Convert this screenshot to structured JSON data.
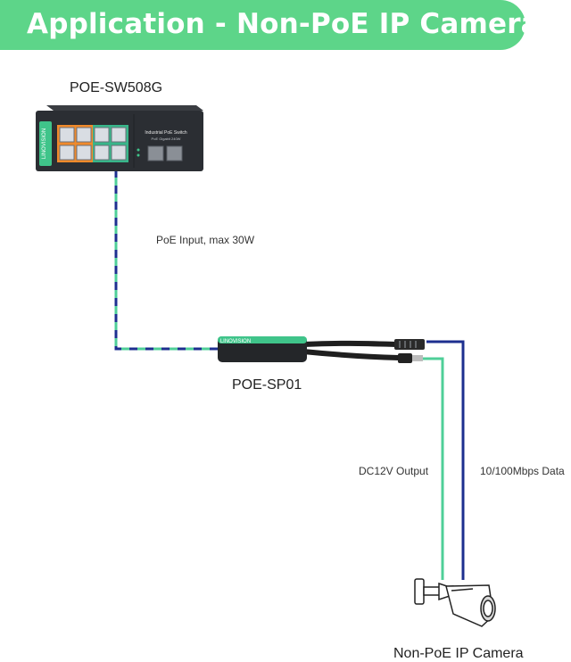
{
  "banner": {
    "title": "Application - Non-PoE IP Camera"
  },
  "switch": {
    "model": "POE-SW508G",
    "panel_title": "Industrial PoE Switch",
    "panel_subtitle": "PoE Gigabit 240W",
    "brand": "LINOVISION"
  },
  "splitter": {
    "model": "POE-SP01",
    "brand": "LINOVISION"
  },
  "camera": {
    "name": "Non-PoE IP Camera"
  },
  "links": {
    "poe_input": "PoE Input, max 30W",
    "dc_output": "DC12V Output",
    "data": "10/100Mbps Data"
  },
  "colors": {
    "banner": "#5dd589",
    "cable_dark": "#1d2f8f",
    "cable_green": "#4fcf98"
  }
}
